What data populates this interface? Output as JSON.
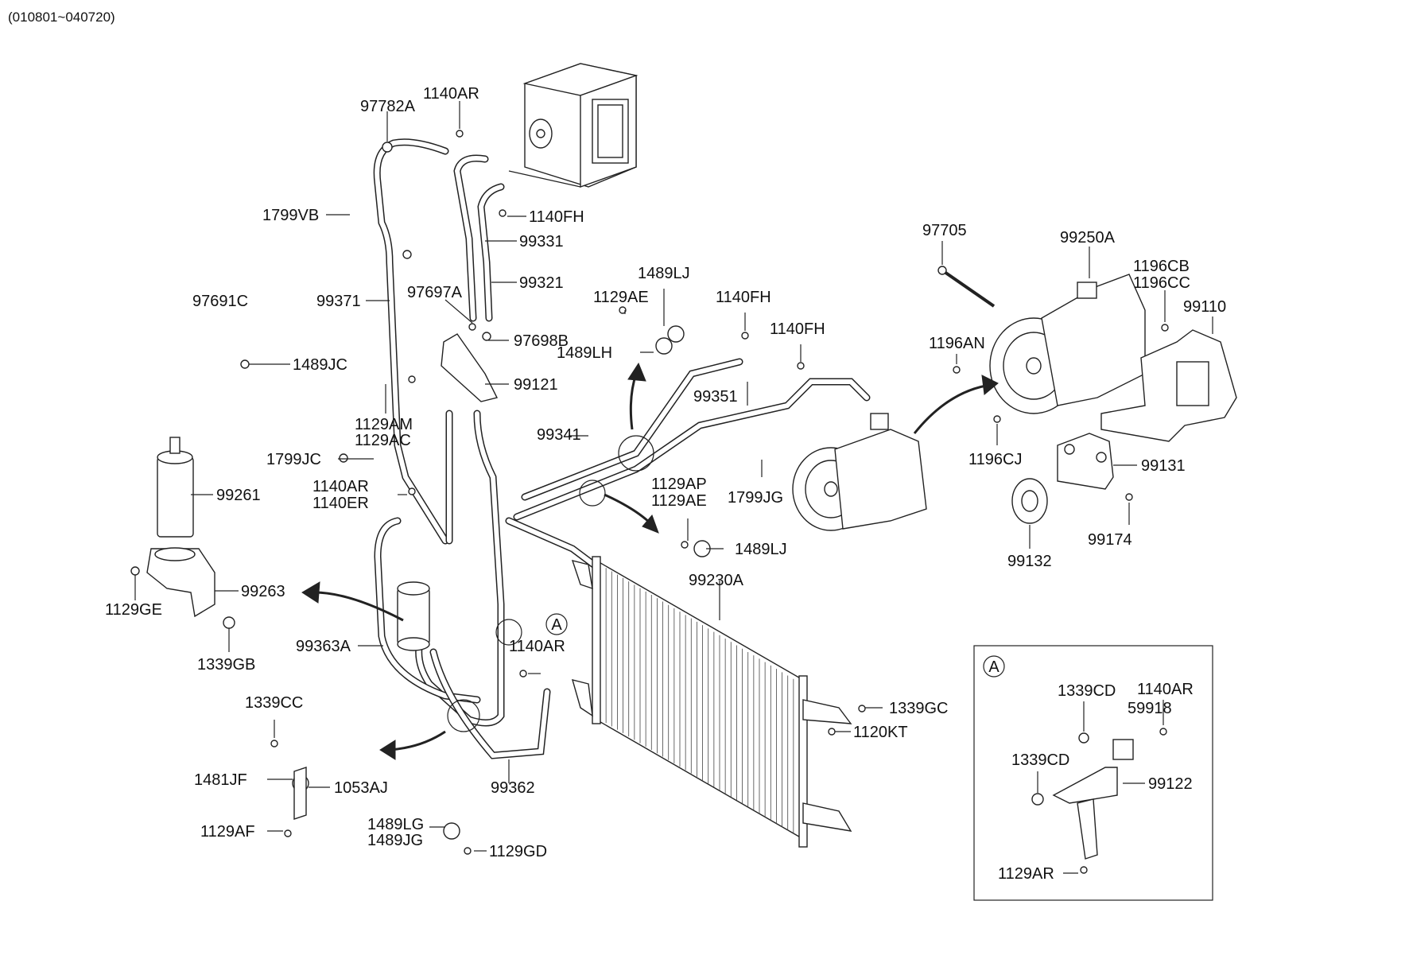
{
  "header": {
    "code_range": "(010801~040720)"
  },
  "callout": {
    "letter": "A"
  },
  "labels": {
    "p97782A": "97782A",
    "p1140AR_top": "1140AR",
    "p1140FH_a": "1140FH",
    "p99331": "99331",
    "p1799VB": "1799VB",
    "p99321": "99321",
    "p97697A": "97697A",
    "p99371": "99371",
    "p97691C": "97691C",
    "p97698B": "97698B",
    "p1489JC": "1489JC",
    "p99121": "99121",
    "p1129AM": "1129AM",
    "p1129AC": "1129AC",
    "p1799JC": "1799JC",
    "p99261": "99261",
    "p1140AR_mid": "1140AR",
    "p1140ER": "1140ER",
    "p99263": "99263",
    "p1129GE": "1129GE",
    "p1339GB": "1339GB",
    "p99363A": "99363A",
    "p1140AR_low": "1140AR",
    "p1339CC": "1339CC",
    "p1481JF": "1481JF",
    "p1053AJ": "1053AJ",
    "p1129AF": "1129AF",
    "p99362": "99362",
    "p1489LG": "1489LG",
    "p1489JG": "1489JG",
    "p1129GD": "1129GD",
    "p1489LJ_top": "1489LJ",
    "p1129AE_top": "1129AE",
    "p1489LH": "1489LH",
    "p1140FH_b": "1140FH",
    "p1140FH_c": "1140FH",
    "p99351": "99351",
    "p99341": "99341",
    "p1129AP": "1129AP",
    "p1129AE_mid": "1129AE",
    "p1799JG": "1799JG",
    "p1489LJ_mid": "1489LJ",
    "p99230A": "99230A",
    "p1339GC": "1339GC",
    "p1120KT": "1120KT",
    "p97705": "97705",
    "p99250A": "99250A",
    "p1196CB": "1196CB",
    "p1196CC": "1196CC",
    "p99110": "99110",
    "p1196AN": "1196AN",
    "p1196CJ": "1196CJ",
    "p99131": "99131",
    "p99132": "99132",
    "p99174": "99174",
    "p1339CD_a": "1339CD",
    "p1140AR_box": "1140AR",
    "p59918": "59918",
    "p1339CD_b": "1339CD",
    "p99122": "99122",
    "p1129AR": "1129AR"
  }
}
